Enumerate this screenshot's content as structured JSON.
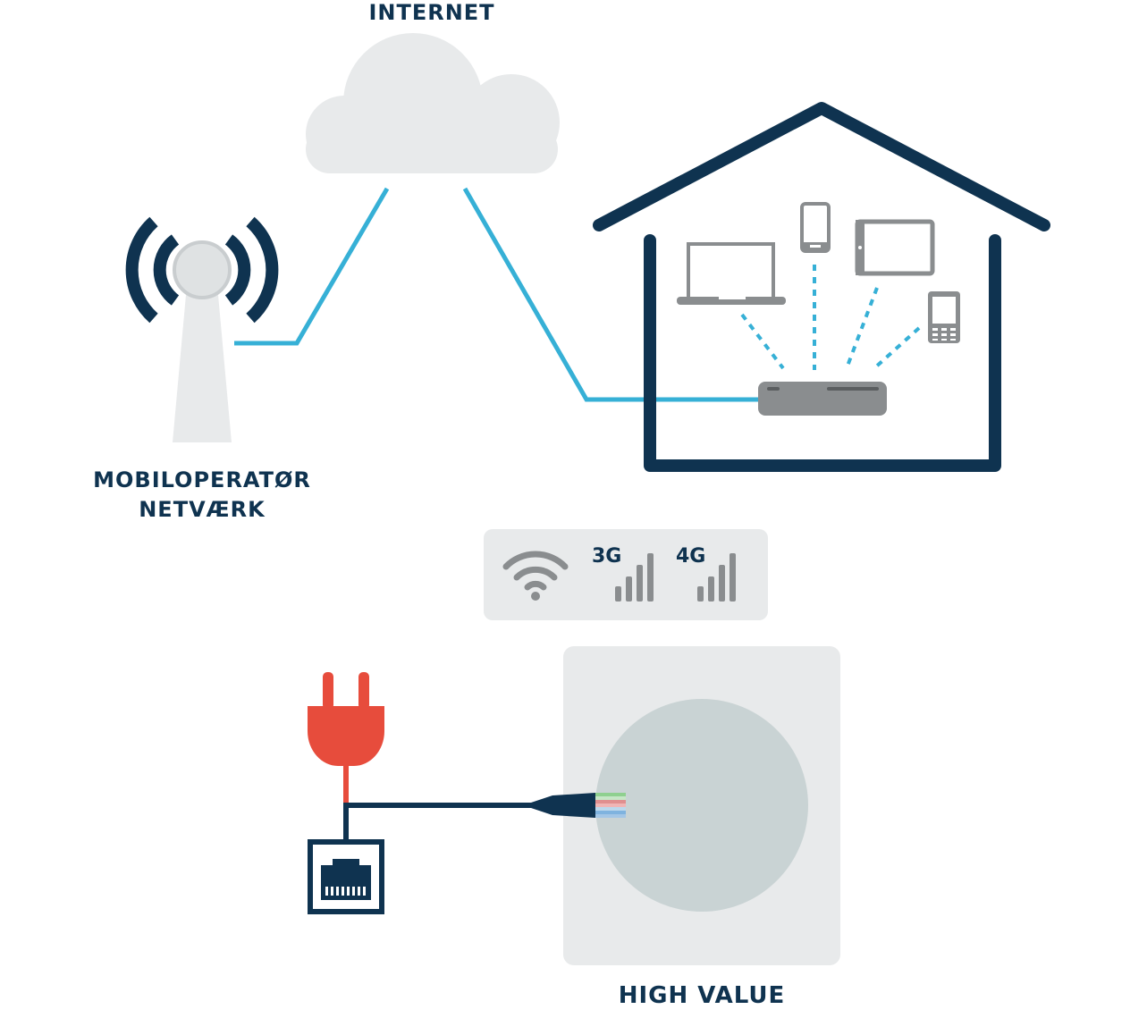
{
  "labels": {
    "internet": "INTERNET",
    "mobile_line1": "MOBILOPERATØR",
    "mobile_line2": "NETVÆRK",
    "high_value": "HIGH VALUE"
  },
  "signal_panel": {
    "label_3g": "3G",
    "label_4g": "4G"
  },
  "colors": {
    "navy": "#0f3350",
    "connection_line": "#36b0d6",
    "device_gray": "#8a8d8f",
    "light_gray": "#e8eaeb",
    "circle_gray": "#c9d3d4",
    "plug_red": "#e74c3c"
  },
  "icons": [
    "cloud-icon",
    "antenna-icon",
    "house-icon",
    "router-icon",
    "laptop-icon",
    "smartphone-icon",
    "tablet-icon",
    "phone-icon",
    "wifi-icon",
    "signal-bars-icon",
    "power-plug-icon",
    "ethernet-port-icon",
    "ethernet-cable-icon"
  ]
}
